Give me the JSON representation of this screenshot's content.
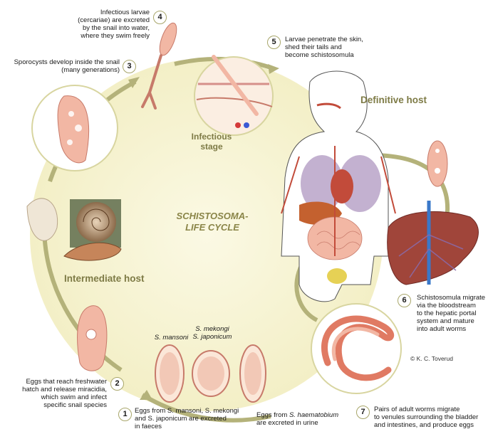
{
  "diagram": {
    "title_line1": "SCHISTOSOMA-",
    "title_line2": "LIFE CYCLE",
    "definitive_host": "Definitive host",
    "intermediate_host": "Intermediate host",
    "infectious_stage_line1": "Infectious",
    "infectious_stage_line2": "stage",
    "credit": "© K. C. Toverud",
    "species": {
      "mansoni": "S. mansoni",
      "mekongi": "S. mekongi",
      "japonicum": "S. japonicum"
    },
    "steps": [
      {
        "number": "1",
        "lines": [
          "Eggs from S. mansoni, S. mekongi",
          "and S. japonicum are excreted",
          "in faeces"
        ]
      },
      {
        "number": "2",
        "lines": [
          "Eggs that reach freshwater",
          "hatch and release miracidia,",
          "which swim and infect",
          "specific snail species"
        ]
      },
      {
        "number": "3",
        "lines": [
          "Sporocysts develop inside the snail",
          "(many generations)"
        ]
      },
      {
        "number": "4",
        "lines": [
          "Infectious larvae",
          "(cercariae) are excreted",
          "by the snail into water,",
          "where they swim freely"
        ]
      },
      {
        "number": "5",
        "lines": [
          "Larvae penetrate the skin,",
          "shed their tails and",
          "become schistosomula"
        ]
      },
      {
        "number": "6",
        "lines": [
          "Schistosomula migrate",
          "via the bloodstream",
          "to the hepatic portal",
          "system and mature",
          "into adult worms"
        ]
      },
      {
        "number": "7",
        "lines": [
          "Pairs of adult worms migrate",
          "to venules surrounding the bladder",
          "and intestines, and produce eggs"
        ]
      }
    ],
    "urine_note_prefix": "Eggs from ",
    "urine_note_species": "S. haematobium",
    "urine_note_suffix": "are excreted in urine",
    "colors": {
      "cycle_fill": "#f6f3cf",
      "arrow": "#b4b27a",
      "label": "#7e7b46",
      "pink": "#f2b7a4",
      "liver": "#a0453a",
      "lung": "#b8a3c8"
    }
  }
}
